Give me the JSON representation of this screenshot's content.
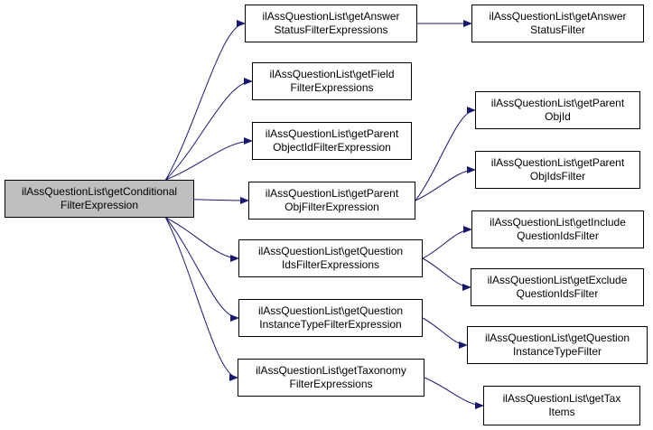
{
  "colors": {
    "edge": "#191970",
    "root_fill": "#bfbfbf",
    "node_fill": "#ffffff",
    "border": "#000000"
  },
  "nodes": [
    {
      "id": "root",
      "line1": "ilAssQuestionList\\getConditional",
      "line2": "FilterExpression"
    },
    {
      "id": "n1",
      "line1": "ilAssQuestionList\\getAnswer",
      "line2": "StatusFilterExpressions"
    },
    {
      "id": "n2",
      "line1": "ilAssQuestionList\\getAnswer",
      "line2": "StatusFilter"
    },
    {
      "id": "n3",
      "line1": "ilAssQuestionList\\getField",
      "line2": "FilterExpressions"
    },
    {
      "id": "n4",
      "line1": "ilAssQuestionList\\getParent",
      "line2": "ObjectIdFilterExpression"
    },
    {
      "id": "n5",
      "line1": "ilAssQuestionList\\getParent",
      "line2": "ObjFilterExpression"
    },
    {
      "id": "n6",
      "line1": "ilAssQuestionList\\getParent",
      "line2": "ObjId"
    },
    {
      "id": "n7",
      "line1": "ilAssQuestionList\\getParent",
      "line2": "ObjIdsFilter"
    },
    {
      "id": "n8",
      "line1": "ilAssQuestionList\\getQuestion",
      "line2": "IdsFilterExpressions"
    },
    {
      "id": "n9",
      "line1": "ilAssQuestionList\\getInclude",
      "line2": "QuestionIdsFilter"
    },
    {
      "id": "n10",
      "line1": "ilAssQuestionList\\getExclude",
      "line2": "QuestionIdsFilter"
    },
    {
      "id": "n11",
      "line1": "ilAssQuestionList\\getQuestion",
      "line2": "InstanceTypeFilterExpression"
    },
    {
      "id": "n12",
      "line1": "ilAssQuestionList\\getQuestion",
      "line2": "InstanceTypeFilter"
    },
    {
      "id": "n13",
      "line1": "ilAssQuestionList\\getTaxonomy",
      "line2": "FilterExpressions"
    },
    {
      "id": "n14",
      "line1": "ilAssQuestionList\\getTax",
      "line2": "Items"
    }
  ],
  "edges": [
    {
      "from": "root",
      "to": "n1"
    },
    {
      "from": "root",
      "to": "n3"
    },
    {
      "from": "root",
      "to": "n4"
    },
    {
      "from": "root",
      "to": "n5"
    },
    {
      "from": "root",
      "to": "n8"
    },
    {
      "from": "root",
      "to": "n11"
    },
    {
      "from": "root",
      "to": "n13"
    },
    {
      "from": "n1",
      "to": "n2"
    },
    {
      "from": "n5",
      "to": "n6"
    },
    {
      "from": "n5",
      "to": "n7"
    },
    {
      "from": "n8",
      "to": "n9"
    },
    {
      "from": "n8",
      "to": "n10"
    },
    {
      "from": "n11",
      "to": "n12"
    },
    {
      "from": "n13",
      "to": "n14"
    }
  ]
}
